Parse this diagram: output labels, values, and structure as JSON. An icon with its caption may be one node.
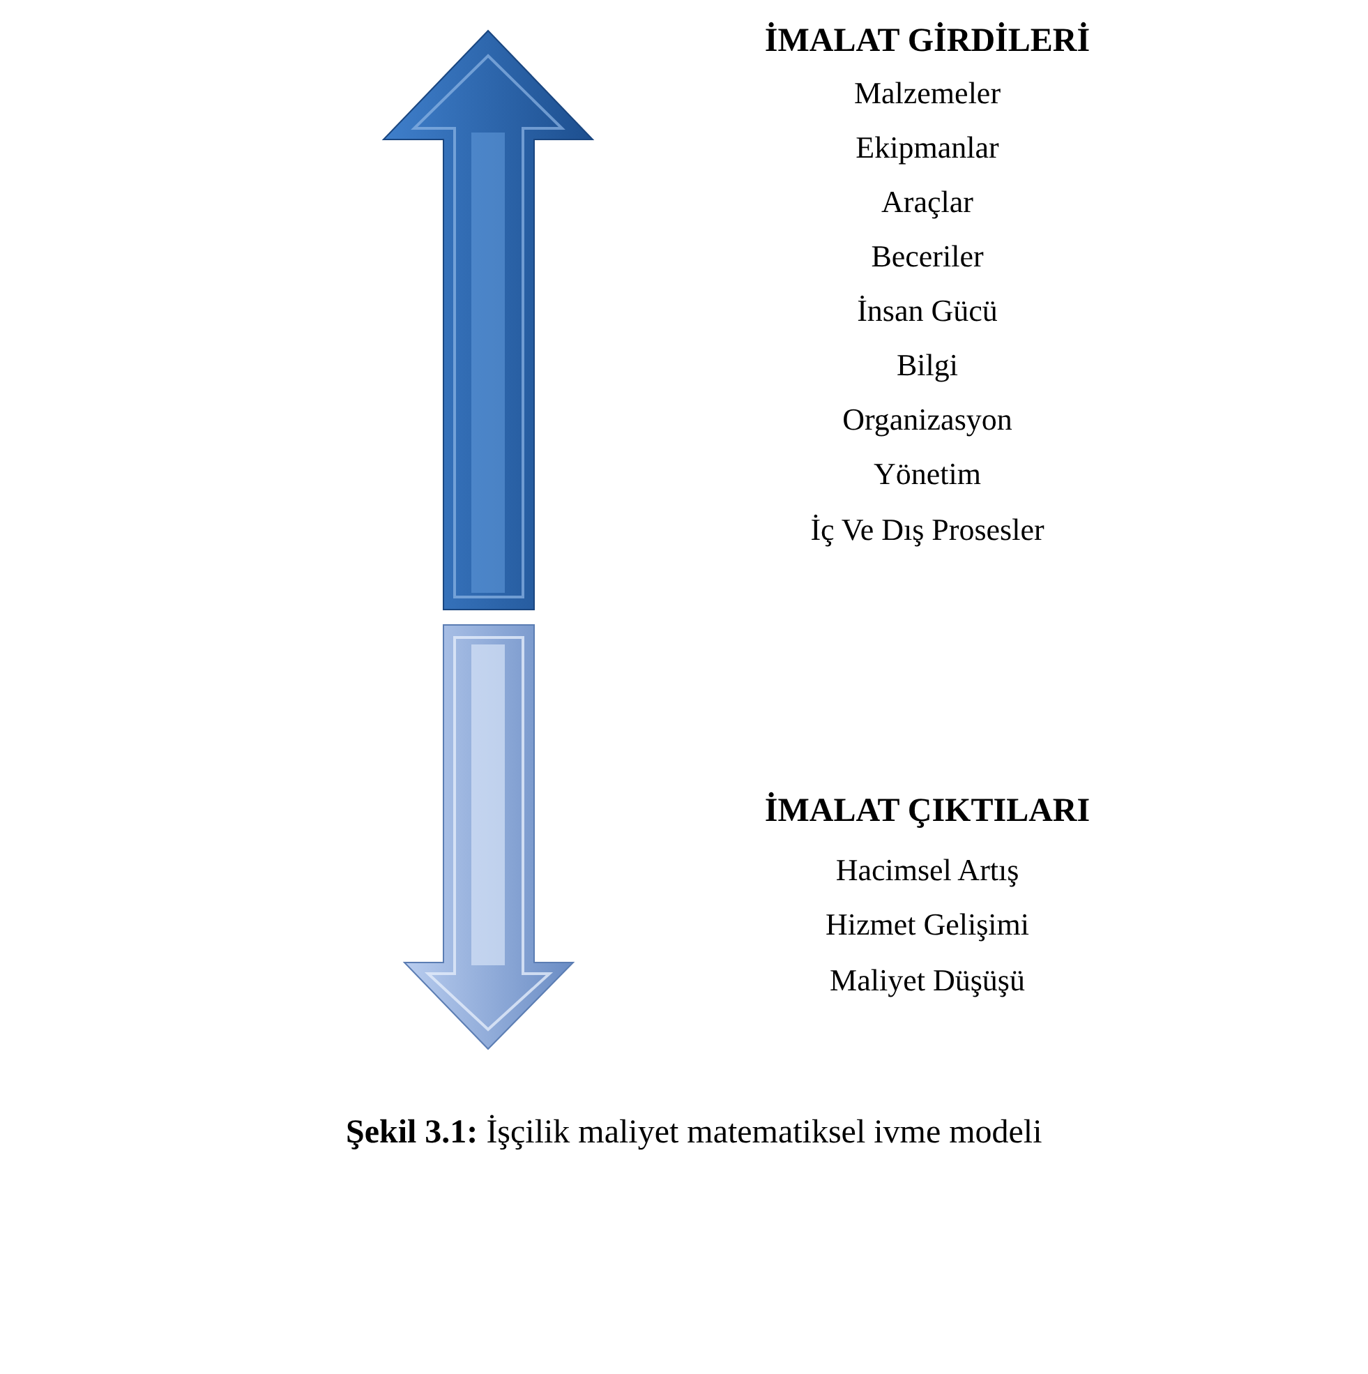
{
  "diagram": {
    "caption": "**Şekil 3.1:** İşçilik maliyet matematiksel ivme modeli",
    "labels": [
      "İMALAT GİRDİLERİ",
      "Malzemeler",
      "Ekipmanlar",
      "Araçlar",
      "Beceriler",
      "İnsan Gücü",
      "Bilgi",
      "Organizasyon",
      "Yönetim",
      "İç Ve Dış Prosesler",
      "İMALAT ÇIKTILARI",
      "Hacimsel Artış",
      "Hizmet Gelişimi",
      "Maliyet Düşüşü"
    ]
  }
}
